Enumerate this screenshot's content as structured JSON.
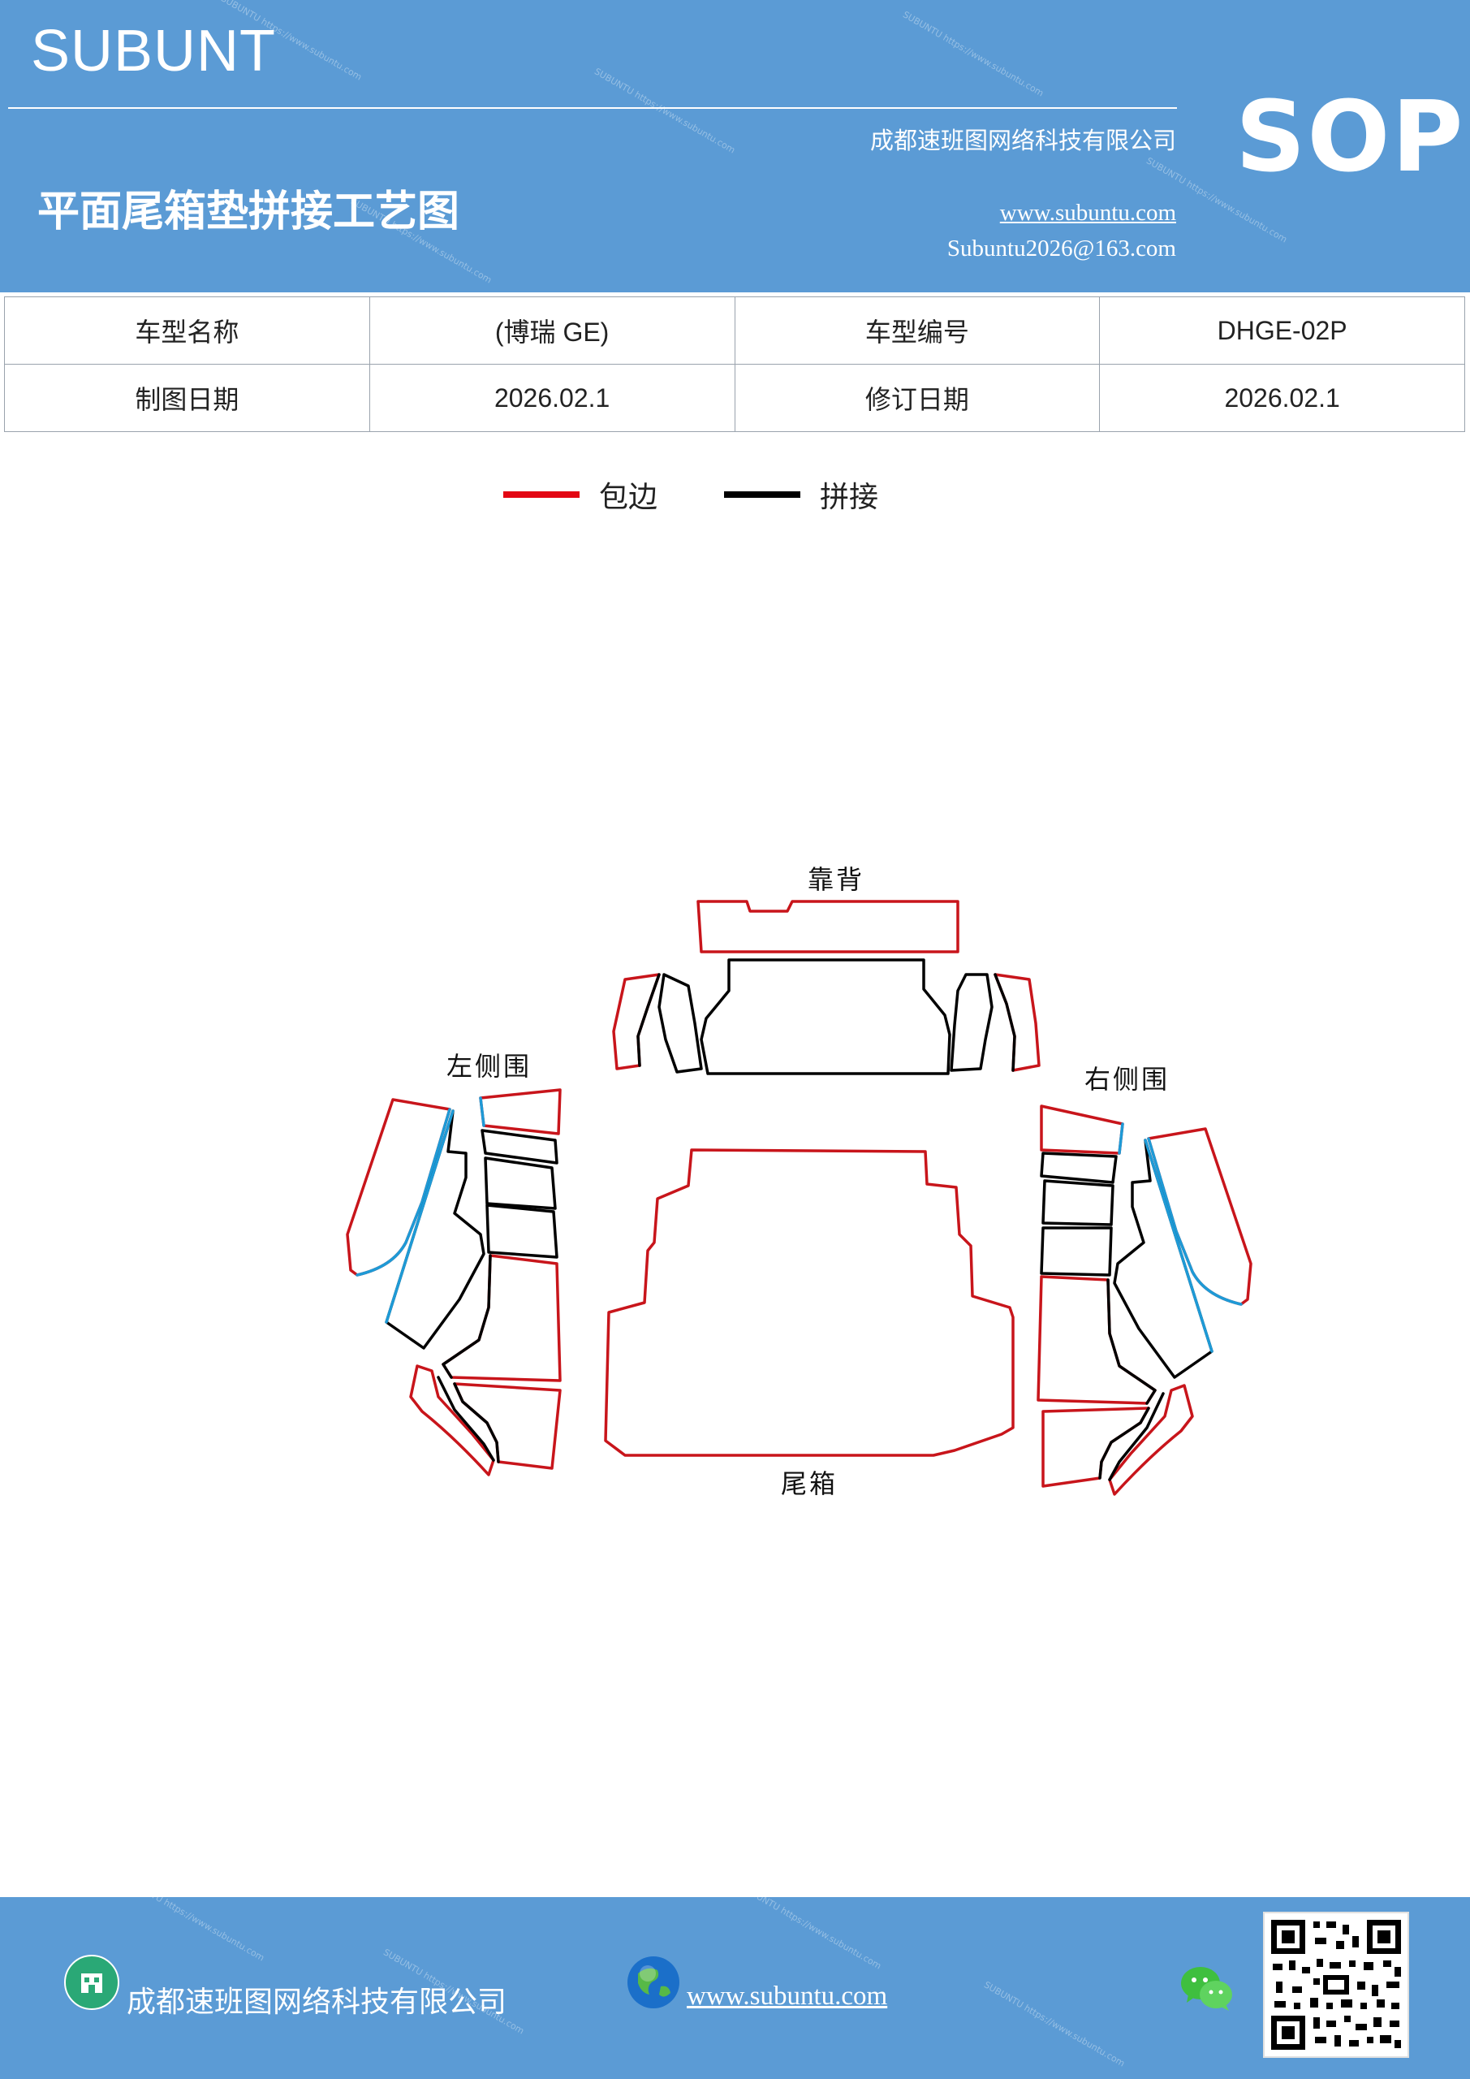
{
  "header": {
    "brand": "SUBUNT",
    "title": "平面尾箱垫拼接工艺图",
    "company": "成都速班图网络科技有限公司",
    "website": "www.subuntu.com",
    "email": "Subuntu2026@163.com",
    "badge": "SOP"
  },
  "info_table": {
    "rows": [
      {
        "label1": "车型名称",
        "value1": "(博瑞 GE)",
        "label2": "车型编号",
        "value2": "DHGE-02P"
      },
      {
        "label1": "制图日期",
        "value1": "2026.02.1",
        "label2": "修订日期",
        "value2": "2026.02.1"
      }
    ]
  },
  "legend": [
    {
      "label": "包边",
      "color": "#e30613"
    },
    {
      "label": "拼接",
      "color": "#000000"
    }
  ],
  "diagram": {
    "labels": {
      "backrest": "靠背",
      "left_side": "左侧围",
      "right_side": "右侧围",
      "trunk": "尾箱"
    },
    "colors": {
      "edge": "#c8151b",
      "seam": "#000000",
      "blue": "#1e9ad6"
    }
  },
  "footer": {
    "company": "成都速班图网络科技有限公司",
    "website": "www.subuntu.com",
    "icons": [
      "building-icon",
      "globe-icon",
      "wechat-icon",
      "qr-code"
    ]
  }
}
